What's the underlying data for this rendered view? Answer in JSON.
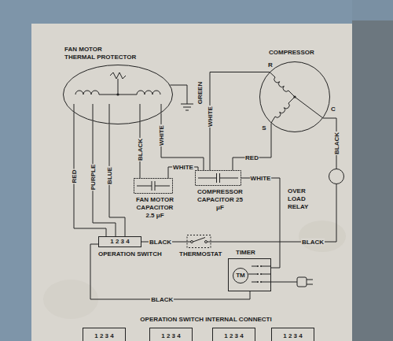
{
  "diagram": {
    "nodes": [
      {
        "text": [
          "FAN MOTOR",
          "THERMAL PROTECTOR"
        ]
      },
      {
        "text": [
          "COMPRESSOR"
        ]
      },
      {
        "text": [
          "FAN MOTOR CAPACITOR 2.5 μF"
        ]
      },
      {
        "text": [
          "COMPRESSOR CAPACITOR 25 μF"
        ]
      },
      {
        "text": [
          "OVER LOAD RELAY"
        ]
      },
      {
        "text": [
          "THERMOSTAT"
        ]
      },
      {
        "text": [
          "1 2 3 4",
          "OPERATION SWITCH"
        ]
      },
      {
        "text": [
          "TIMER"
        ]
      },
      {
        "text": [
          "TM"
        ],
        "in": 7
      },
      {
        "text": [
          "1 2 3 4"
        ]
      },
      {
        "text": [
          "1 2 3 4"
        ]
      },
      {
        "text": [
          "1 2 3 4"
        ]
      },
      {
        "text": [
          "1 2 3 4"
        ]
      }
    ],
    "edges": [
      {
        "from": 0,
        "to": 6,
        "label": "RED",
        "arrow": "none"
      },
      {
        "from": 0,
        "to": 6,
        "label": "PURPLE",
        "arrow": "none"
      },
      {
        "from": 0,
        "to": 6,
        "label": "BLUE",
        "arrow": "none"
      },
      {
        "from": 0,
        "to": 2,
        "label": "BLACK",
        "arrow": "none"
      },
      {
        "from": 0,
        "to": 3,
        "label": "WHITE",
        "arrow": "none"
      },
      {
        "from": 2,
        "to": 3,
        "label": "WHITE",
        "arrow": "none"
      },
      {
        "from": 1,
        "to": 3,
        "label": "WHITE",
        "arrow": "none"
      },
      {
        "from": 1,
        "to": 3,
        "label": "RED",
        "arrow": "none"
      },
      {
        "from": 1,
        "to": 4,
        "label": "BLACK",
        "arrow": "none"
      },
      {
        "from": 4,
        "to": 5,
        "label": "BLACK",
        "arrow": "none"
      },
      {
        "from": 6,
        "to": 5,
        "label": "BLACK",
        "arrow": "none"
      },
      {
        "from": 6,
        "to": 7,
        "label": "BLACK",
        "arrow": "none"
      },
      {
        "from": 3,
        "to": 7,
        "label": "WHITE",
        "arrow": "none"
      }
    ],
    "labels": [
      "GREEN",
      "R",
      "S",
      "C",
      "OPERATION SWITCH INTERNAL CONNECTI"
    ]
  }
}
